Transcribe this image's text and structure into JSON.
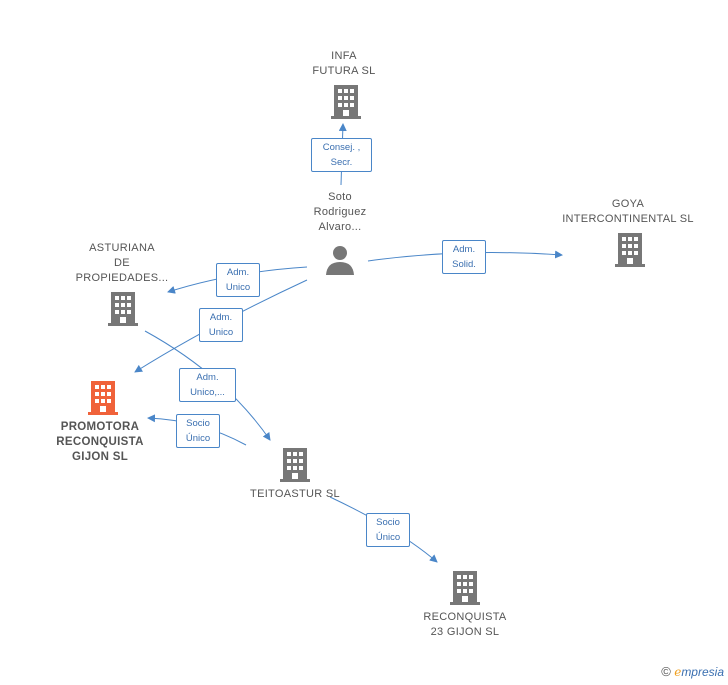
{
  "colors": {
    "edge": "#4a86c8",
    "company": "#777777",
    "company_main": "#f0623a",
    "person": "#777777"
  },
  "nodes": {
    "infa_futura": {
      "label": "INFA\nFUTURA SL",
      "icon": "building-icon"
    },
    "soto": {
      "label": "Soto\nRodriguez\nAlvaro...",
      "icon": "person-icon"
    },
    "goya": {
      "label": "GOYA\nINTERCONTINENTAL SL",
      "icon": "building-icon"
    },
    "asturiana": {
      "label": "ASTURIANA\nDE\nPROPIEDADES...",
      "icon": "building-icon"
    },
    "promotora": {
      "label": "PROMOTORA\nRECONQUISTA\nGIJON  SL",
      "icon": "building-icon"
    },
    "teitoastur": {
      "label": "TEITOASTUR SL",
      "icon": "building-icon"
    },
    "reconquista23": {
      "label": "RECONQUISTA\n23 GIJON  SL",
      "icon": "building-icon"
    }
  },
  "edges": {
    "consej": "Consej. ,\nSecr.",
    "adm_solid": "Adm.\nSolid.",
    "adm_unico_1": "Adm.\nUnico",
    "adm_unico_2": "Adm.\nUnico",
    "adm_unico_3": "Adm.\nUnico,...",
    "socio_unico_1": "Socio\nÚnico",
    "socio_unico_2": "Socio\nÚnico"
  },
  "footer": {
    "copyright": "©",
    "brand_e": "e",
    "brand_rest": "mpresia"
  }
}
